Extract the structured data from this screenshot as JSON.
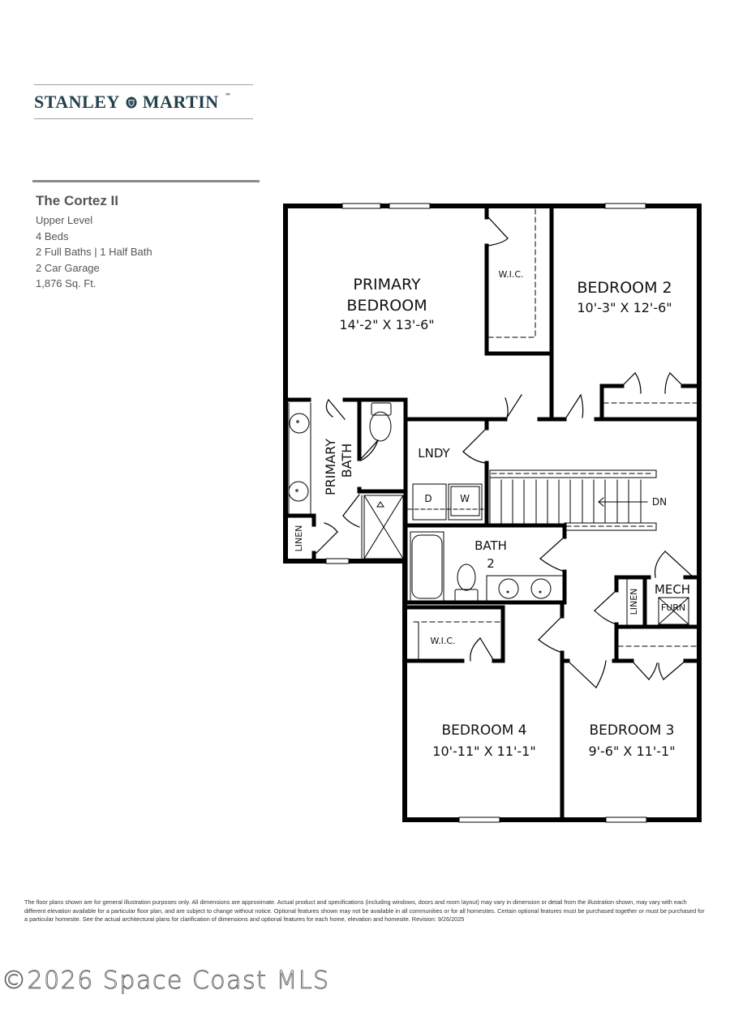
{
  "brand": {
    "name_left": "STANLEY",
    "name_right": "MARTIN",
    "trademark": "™",
    "logo_icon": "shield-icon",
    "color": "#24404c"
  },
  "plan_info": {
    "title": "The Cortez II",
    "level": "Upper Level",
    "beds": "4 Beds",
    "baths": "2 Full Baths | 1 Half Bath",
    "garage": "2 Car Garage",
    "area": "1,876 Sq. Ft."
  },
  "rooms": {
    "primary_bedroom": {
      "name_line1": "PRIMARY",
      "name_line2": "BEDROOM",
      "dims": "14'-2\" X 13'-6\""
    },
    "primary_wic": {
      "name": "W.I.C."
    },
    "bedroom2": {
      "name": "BEDROOM 2",
      "dims": "10'-3\" X 12'-6\""
    },
    "primary_bath": {
      "name_line1": "PRIMARY",
      "name_line2": "BATH"
    },
    "linen_primary": {
      "name": "LINEN"
    },
    "laundry": {
      "name": "LNDY",
      "dryer": "D",
      "washer": "W"
    },
    "stairs": {
      "label": "DN"
    },
    "bath2": {
      "name_line1": "BATH",
      "name_line2": "2"
    },
    "linen_hall": {
      "name": "LINEN"
    },
    "mech": {
      "name": "MECH",
      "furnace": "FURN"
    },
    "bedroom4_wic": {
      "name": "W.I.C."
    },
    "bedroom4": {
      "name": "BEDROOM 4",
      "dims": "10'-11\" X 11'-1\""
    },
    "bedroom3": {
      "name": "BEDROOM 3",
      "dims": "9'-6\" X 11'-1\""
    }
  },
  "disclaimer": "The floor plans shown are for general illustration purposes only. All dimensions are approximate. Actual product and specifications (including windows, doors and room layout) may vary in dimension or detail from the illustration shown, may vary with each different elevation available for a particular floor plan, and are subject to change without notice. Optional features shown may not be available in all communities or for all homesites. Certain optional features must be purchased together or must be purchased for a particular homesite. See the actual architectural plans for clarification of dimensions and optional features for each home, elevation and homesite. Revision: 9/26/2025",
  "watermark": "©2026 Space Coast MLS"
}
